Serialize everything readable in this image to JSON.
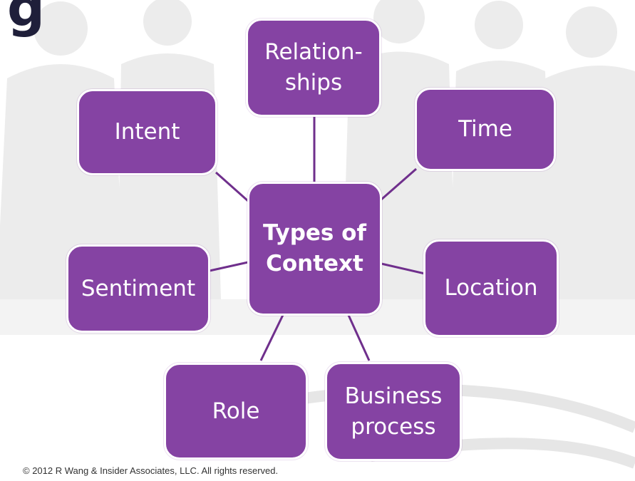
{
  "slide": {
    "title_fragment": "g",
    "footer": "© 2012 R Wang & Insider Associates, LLC.  All rights reserved."
  },
  "diagram": {
    "center": "Types of\nContext",
    "nodes": {
      "relationships": "Relation-\nships",
      "intent": "Intent",
      "time": "Time",
      "sentiment": "Sentiment",
      "location": "Location",
      "role": "Role",
      "business_process": "Business\nprocess"
    }
  },
  "colors": {
    "node_fill": "#8543a3",
    "connector": "#6f2f8c",
    "silhouette": "#e8e8e8"
  }
}
